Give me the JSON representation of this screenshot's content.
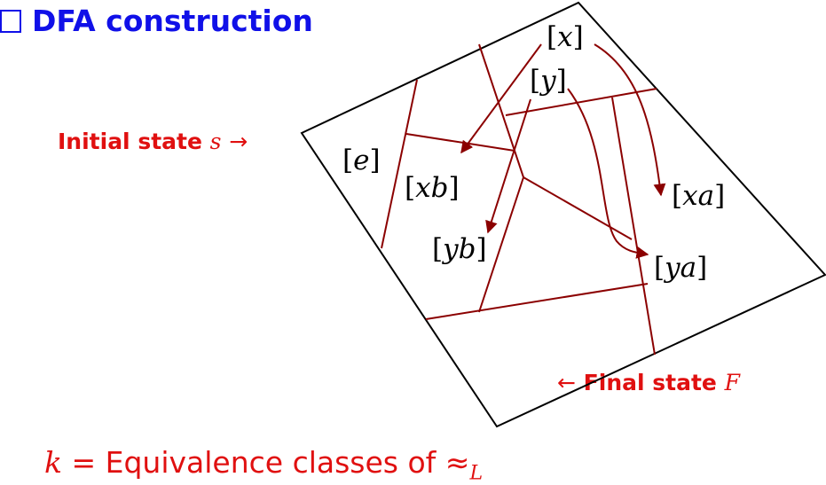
{
  "title": {
    "text": "DFA construction",
    "icon": "checkbox-square-icon"
  },
  "initial_label": {
    "text": "Initial state",
    "var": "s",
    "arrow": "→"
  },
  "final_label": {
    "arrow": "←",
    "text": "Final state",
    "var": "F"
  },
  "bottom_text": {
    "var": "k",
    "rest": " = Equivalence classes of ≈",
    "sub": "L"
  },
  "classes": {
    "x": "x",
    "y": "y",
    "e": "e",
    "xb": "xb",
    "yb": "yb",
    "xa": "xa",
    "ya": "ya"
  },
  "colors": {
    "title": "#1010e8",
    "label": "#e01010",
    "lines": "#8b0000",
    "outline": "#000000"
  }
}
